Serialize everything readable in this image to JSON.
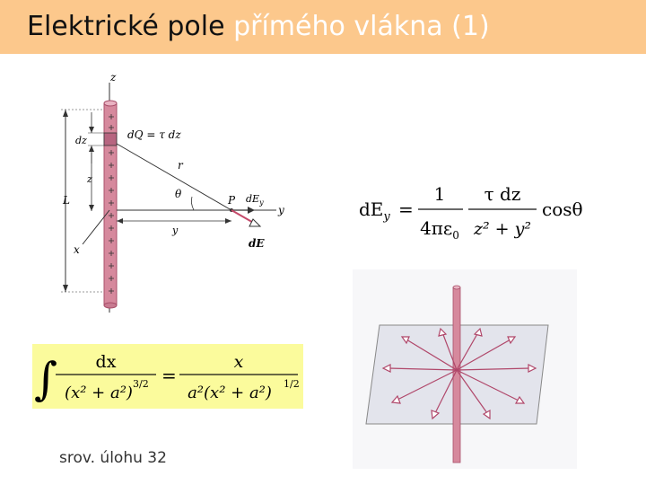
{
  "header": {
    "title_part1": "Elektrické pole",
    "title_part2": "přímého vlákna (1)"
  },
  "figure_left": {
    "label_z_axis": "z",
    "label_dz": "dz",
    "label_dQ": "dQ = τ dz",
    "label_z": "z",
    "label_r": "r",
    "label_theta": "θ",
    "label_P": "P",
    "label_dEy": "dE",
    "label_dEy_sub": "y",
    "label_y_axis": "y",
    "label_y_dist": "y",
    "label_L": "L",
    "label_x": "x",
    "label_dE": "dE"
  },
  "equation_main": {
    "lhs": "dE",
    "lhs_sub": "y",
    "num1": "1",
    "den1_a": "4πε",
    "den1_sub": "0",
    "num2": "τ dz",
    "den2": "z² + y²",
    "tail": "cosθ"
  },
  "integral": {
    "num_left": "dx",
    "den_left": "(x² + a²)",
    "exp_left": "3/2",
    "num_right": "x",
    "den_right": "a²(x² + a²)",
    "exp_right": "1/2"
  },
  "note": {
    "text": "srov. úlohu 32"
  },
  "colors": {
    "header_bg": "#fcc88c",
    "rod": "#d6899d",
    "integral_bg": "#fbfb9c"
  }
}
